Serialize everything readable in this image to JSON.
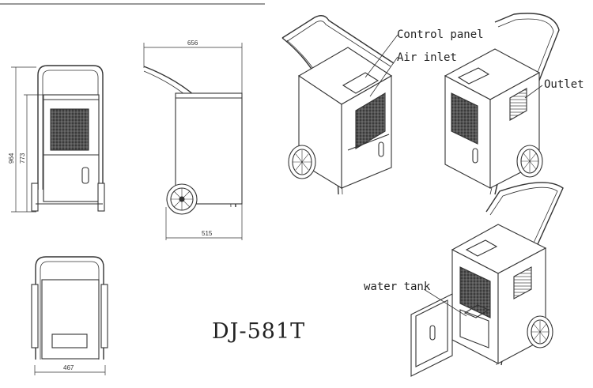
{
  "dimensions": {
    "height_total": "964",
    "height_body": "773",
    "depth": "656",
    "length": "515",
    "width": "467"
  },
  "labels": {
    "control_panel": "Control panel",
    "air_inlet": "Air inlet",
    "outlet": "Outlet",
    "water_tank": "water tank"
  },
  "model": "DJ-581T"
}
